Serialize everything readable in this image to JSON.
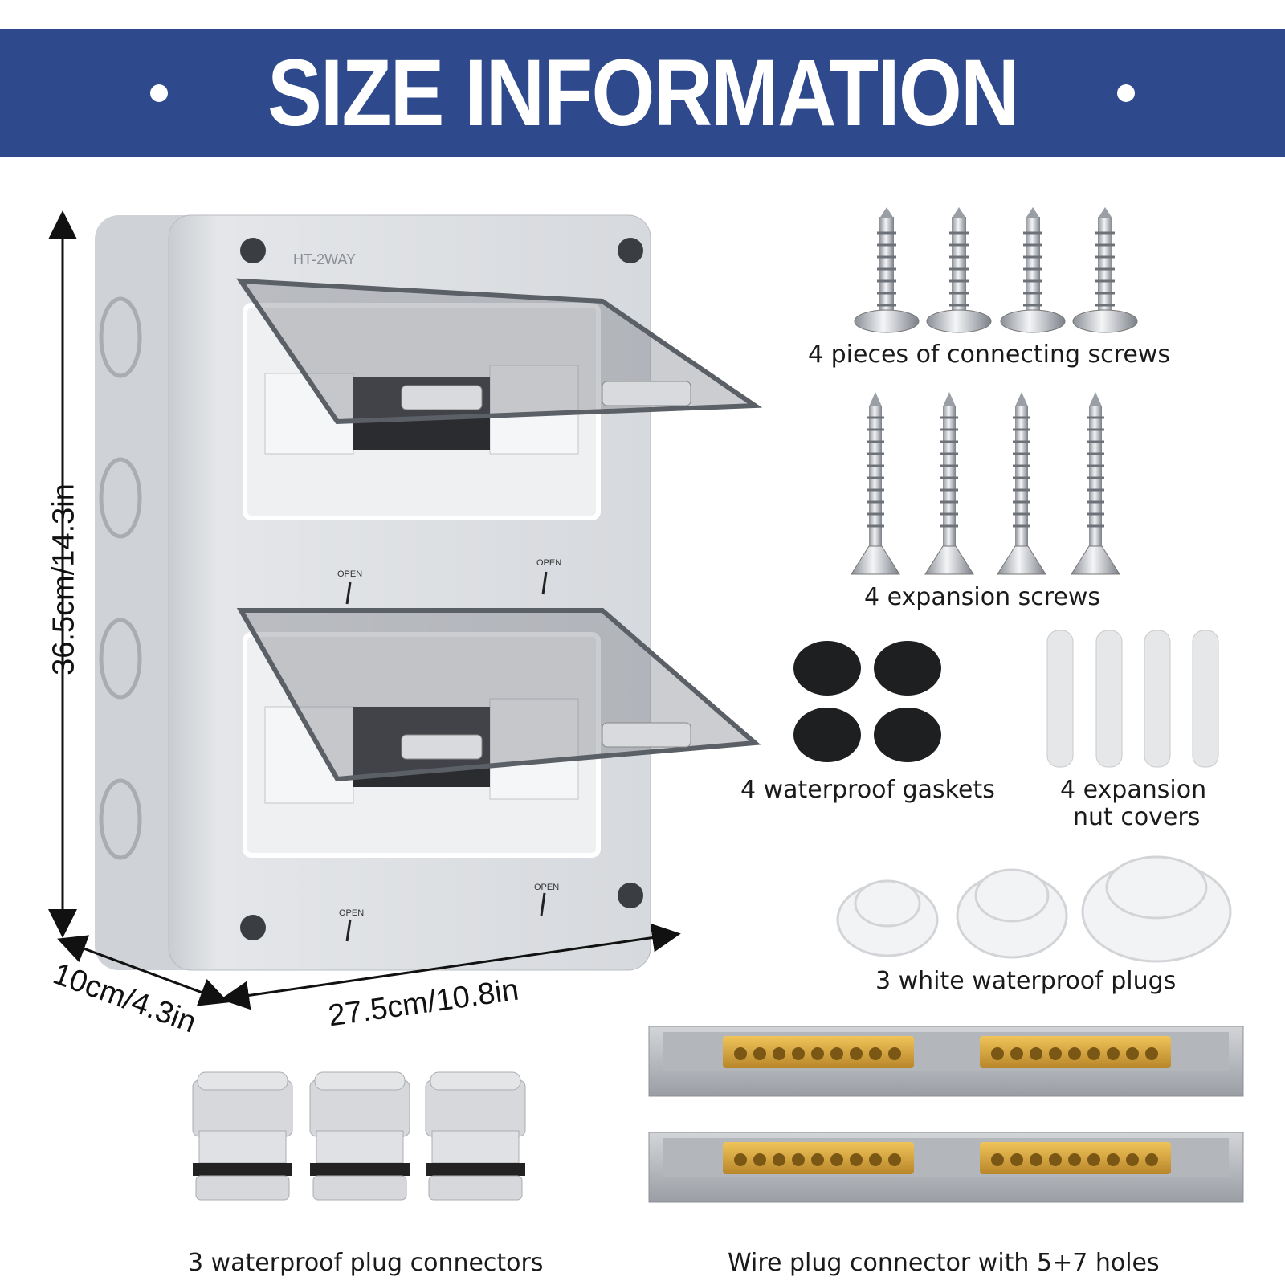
{
  "banner": {
    "title": "SIZE INFORMATION"
  },
  "product": {
    "model_text": "HT-2WAY",
    "open_text": "OPEN"
  },
  "dimensions": {
    "height": "36.5cm/14.3in",
    "width": "27.5cm/10.8in",
    "depth": "10cm/4.3in"
  },
  "accessories": {
    "connecting_screws": "4 pieces of connecting screws",
    "expansion_screws": "4 expansion screws",
    "gaskets": "4 waterproof gaskets",
    "nut_covers_line1": "4 expansion",
    "nut_covers_line2": "nut covers",
    "white_plugs": "3 white waterproof plugs",
    "plug_connectors": "3 waterproof plug connectors",
    "wire_connector": "Wire plug connector with 5+7 holes"
  },
  "colors": {
    "banner": "#2f4a8c",
    "box": "#dfe2e6",
    "brass": "#d9a63a"
  }
}
